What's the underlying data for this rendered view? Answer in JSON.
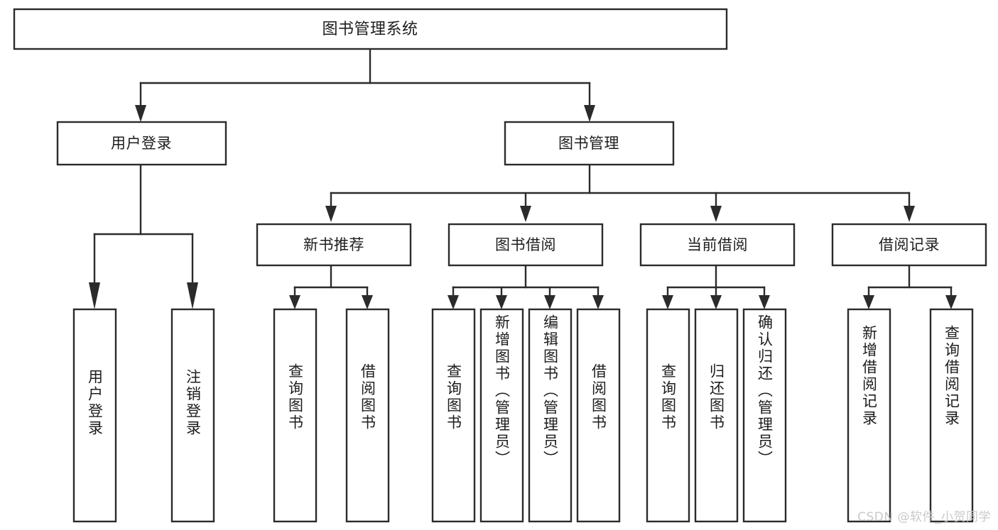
{
  "diagram": {
    "type": "tree",
    "title": "图书管理系统",
    "orientation": "top-down",
    "colors": {
      "box_stroke": "#2b2b2b",
      "box_fill": "#ffffff",
      "connector": "#2b2b2b",
      "text": "#1d1d1d",
      "watermark": "#c9c9c9",
      "background": "#ffffff"
    },
    "root": {
      "label": "图书管理系统"
    },
    "level2": [
      {
        "label": "用户登录"
      },
      {
        "label": "图书管理"
      }
    ],
    "level3": [
      {
        "label": "新书推荐"
      },
      {
        "label": "图书借阅"
      },
      {
        "label": "当前借阅"
      },
      {
        "label": "借阅记录"
      }
    ],
    "leaves": {
      "user_login": [
        {
          "label": "用户登录"
        },
        {
          "label": "注销登录"
        }
      ],
      "new_book_recommend": [
        {
          "label": "查询图书"
        },
        {
          "label": "借阅图书"
        }
      ],
      "book_borrow": [
        {
          "label": "查询图书"
        },
        {
          "label": "新增图书（管理员）"
        },
        {
          "label": "编辑图书（管理员）"
        },
        {
          "label": "借阅图书"
        }
      ],
      "current_borrow": [
        {
          "label": "查询图书"
        },
        {
          "label": "归还图书"
        },
        {
          "label": "确认归还（管理员）"
        }
      ],
      "borrow_record": [
        {
          "label": "新增借阅记录"
        },
        {
          "label": "查询借阅记录"
        }
      ]
    }
  },
  "watermark": {
    "text": "CSDN @软件_小贺同学"
  }
}
